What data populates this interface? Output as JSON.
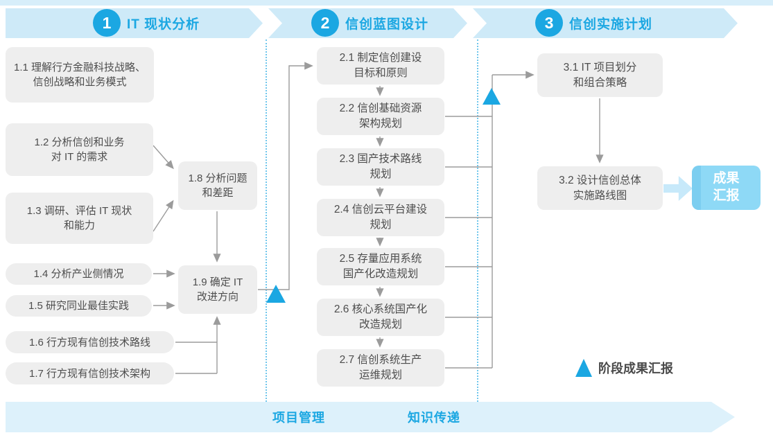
{
  "phases": [
    {
      "number": "1",
      "title": "IT 现状分析"
    },
    {
      "number": "2",
      "title": "信创蓝图设计"
    },
    {
      "number": "3",
      "title": "信创实施计划"
    }
  ],
  "phase1": {
    "b11": {
      "line1": "1.1 理解行方金融科技战略、",
      "line2": "信创战略和业务模式"
    },
    "b12": {
      "line1": "1.2 分析信创和业务",
      "line2": "对 IT 的需求"
    },
    "b13": {
      "line1": "1.3 调研、评估 IT 现状",
      "line2": "和能力"
    },
    "b14": {
      "line1": "1.4 分析产业侧情况"
    },
    "b15": {
      "line1": "1.5 研究同业最佳实践"
    },
    "b16": {
      "line1": "1.6 行方现有信创技术路线"
    },
    "b17": {
      "line1": "1.7 行方现有信创技术架构"
    },
    "b18": {
      "line1": "1.8 分析问题",
      "line2": "和差距"
    },
    "b19": {
      "line1": "1.9 确定 IT",
      "line2": "改进方向"
    }
  },
  "phase2": {
    "b21": {
      "line1": "2.1 制定信创建设",
      "line2": "目标和原则"
    },
    "b22": {
      "line1": "2.2 信创基础资源",
      "line2": "架构规划"
    },
    "b23": {
      "line1": "2.3 国产技术路线",
      "line2": "规划"
    },
    "b24": {
      "line1": "2.4 信创云平台建设",
      "line2": "规划"
    },
    "b25": {
      "line1": "2.5 存量应用系统",
      "line2": "国产化改造规划"
    },
    "b26": {
      "line1": "2.6 核心系统国产化",
      "line2": "改造规划"
    },
    "b27": {
      "line1": "2.7 信创系统生产",
      "line2": "运维规划"
    }
  },
  "phase3": {
    "b31": {
      "line1": "3.1 IT 项目划分",
      "line2": "和组合策略"
    },
    "b32": {
      "line1": "3.2 设计信创总体",
      "line2": "实施路线图"
    },
    "result": {
      "line1": "成果",
      "line2": "汇报"
    }
  },
  "legend": {
    "label": "阶段成果汇报"
  },
  "footer": {
    "label1": "项目管理",
    "label2": "知识传递"
  },
  "colors": {
    "accent": "#1BA7E2",
    "banner": "#CEEAF8",
    "banner_bottom": "#DDF1FB",
    "box_fill": "#EEEEEE",
    "box_text": "#4D4D4D",
    "line": "#9B9B9B",
    "result_fill": "#8ED9F6"
  }
}
